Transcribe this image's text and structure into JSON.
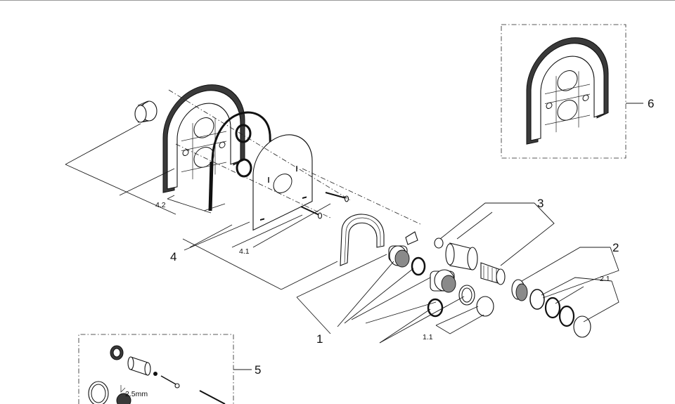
{
  "labels": {
    "part_1": "1",
    "part_1_1": "1.1",
    "part_2": "2",
    "part_2_1": "2.1",
    "part_3": "3",
    "part_4": "4",
    "part_4_1": "4.1",
    "part_4_2": "4.2",
    "part_5": "5",
    "part_6": "6",
    "hex_key_size": "2.5mm"
  }
}
